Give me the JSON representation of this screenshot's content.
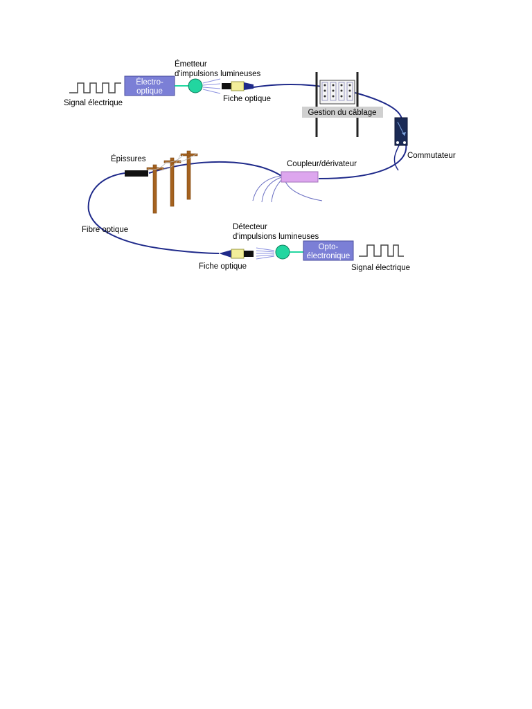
{
  "labels": {
    "signal_left": "Signal électrique",
    "electro_optique_line1": "Électro-",
    "electro_optique_line2": "optique",
    "emetteur_line1": "Émetteur",
    "emetteur_line2": "d'impulsions lumineuses",
    "fiche_top": "Fiche optique",
    "gestion": "Gestion du câblage",
    "commutateur": "Commutateur",
    "coupleur": "Coupleur/dérivateur",
    "epissures": "Épissures",
    "fibre": "Fibre optique",
    "detecteur_line1": "Détecteur",
    "detecteur_line2": "d'impulsions lumineuses",
    "opto_line1": "Opto-",
    "opto_line2": "électronique",
    "fiche_bottom": "Fiche optique",
    "signal_right": "Signal électrique"
  },
  "colors": {
    "fiber": "#1f2a8a",
    "converter_box": "#7b7fd6",
    "emitter_led": "#22d6a0",
    "connector_yellow": "#f2ee9a",
    "coupler": "#dda6ee",
    "commutateur": "#1a2a55",
    "pole": "#a5621f",
    "splice": "#111111",
    "gestion_bar": "#d0d0d0"
  }
}
